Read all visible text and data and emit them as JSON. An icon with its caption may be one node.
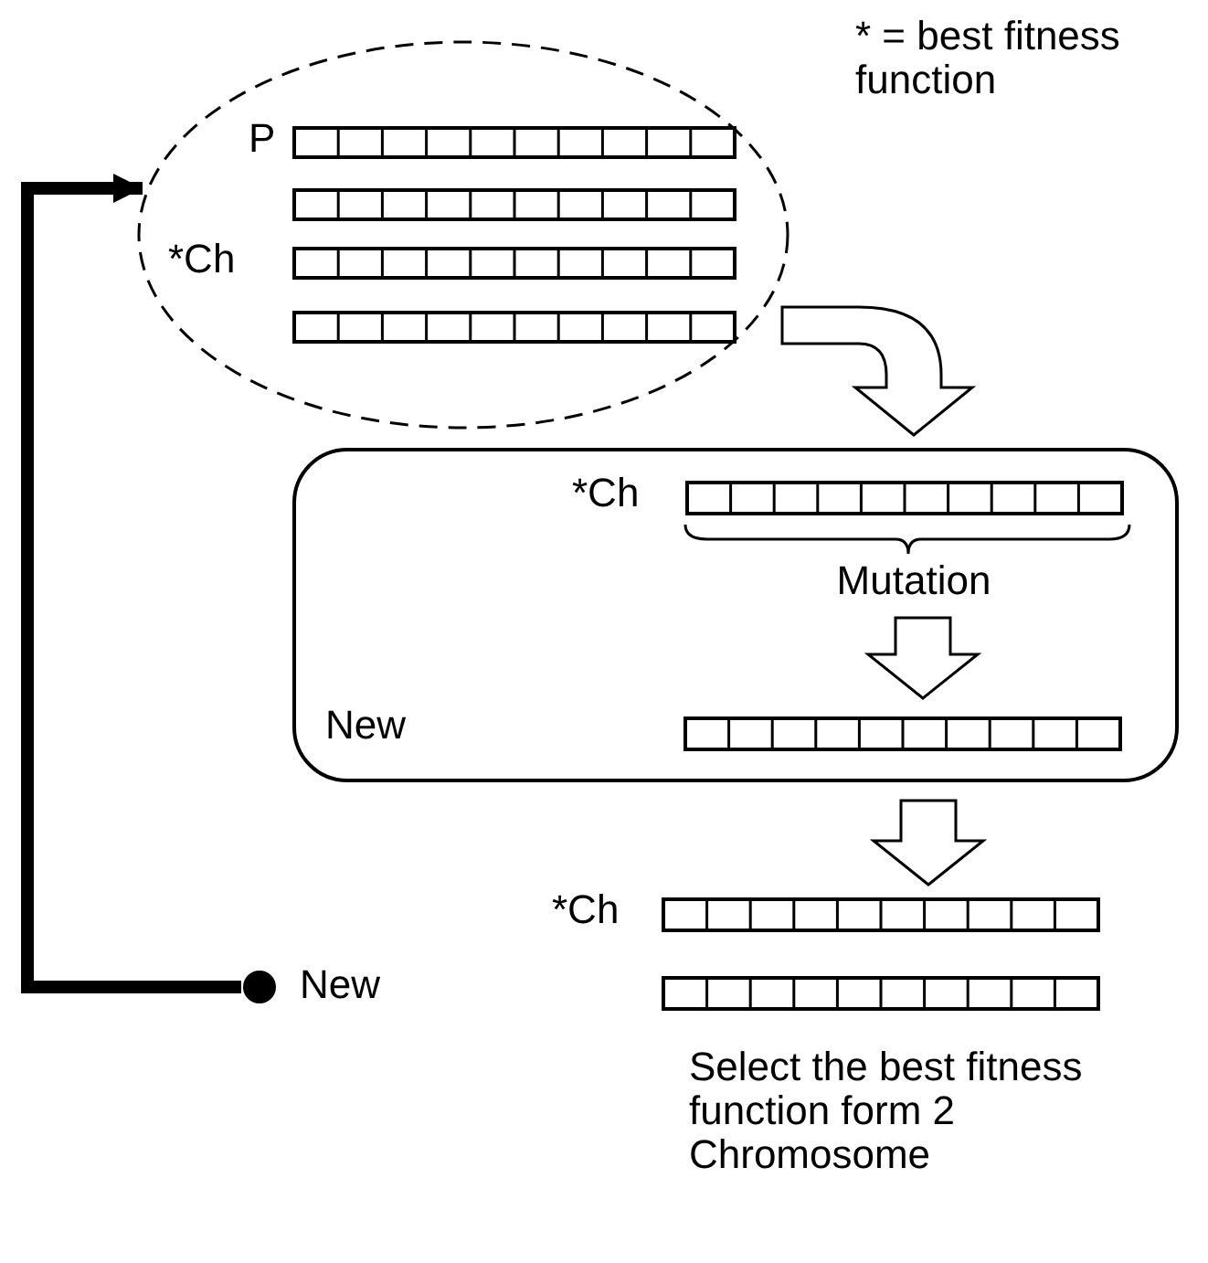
{
  "diagram": {
    "nodes": [
      {
        "text": [],
        "shape": "circle"
      },
      {
        "text": [],
        "shape": "bar",
        "beside": [
          "P"
        ],
        "in": 0
      },
      {
        "text": [],
        "shape": "bar",
        "in": 0
      },
      {
        "text": [],
        "shape": "bar",
        "beside": [
          "*Ch"
        ],
        "in": 0
      },
      {
        "text": [],
        "shape": "bar",
        "in": 0
      },
      {
        "text": [],
        "shape": "box"
      },
      {
        "text": [],
        "shape": "bar",
        "beside": [
          "*Ch"
        ],
        "in": 5
      },
      {
        "text": [],
        "shape": "bar",
        "in": 5
      },
      {
        "text": [],
        "shape": "bar",
        "beside": [
          "*Ch"
        ]
      },
      {
        "text": [],
        "shape": "bar"
      },
      {
        "text": [],
        "shape": "circle",
        "beside": [
          "New"
        ]
      }
    ],
    "edges": [
      {
        "from": 0,
        "to": 5,
        "arrow": "to"
      },
      {
        "from": 6,
        "to": 7,
        "arrow": "to"
      },
      {
        "from": 5,
        "to": 8,
        "arrow": "to"
      },
      {
        "from": 10,
        "to": 0,
        "arrow": "to"
      }
    ],
    "labels": [
      "* = best fitness function",
      "Mutation",
      "New",
      "Select the best fitness function form 2 Chromosome"
    ]
  }
}
